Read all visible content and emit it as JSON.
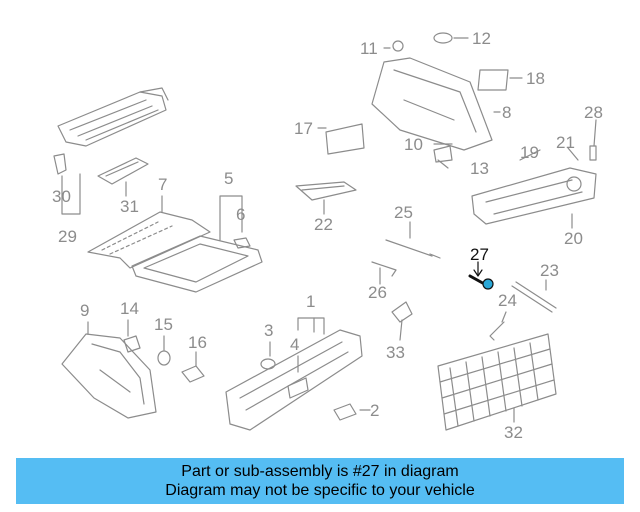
{
  "diagram": {
    "highlight_part": "27",
    "colors": {
      "line": "#8c8c8c",
      "highlight": "#111111",
      "highlight_fill": "#2aa8d8",
      "banner": "#55bdf3"
    },
    "labels": [
      "1",
      "2",
      "3",
      "4",
      "5",
      "6",
      "7",
      "8",
      "9",
      "10",
      "11",
      "12",
      "13",
      "14",
      "15",
      "16",
      "17",
      "18",
      "19",
      "20",
      "21",
      "22",
      "23",
      "24",
      "25",
      "26",
      "27",
      "28",
      "29",
      "30",
      "31",
      "32",
      "33"
    ]
  },
  "banner": {
    "line1": "Part or sub-assembly is #27 in diagram",
    "line2": "Diagram may not be specific to your vehicle"
  }
}
